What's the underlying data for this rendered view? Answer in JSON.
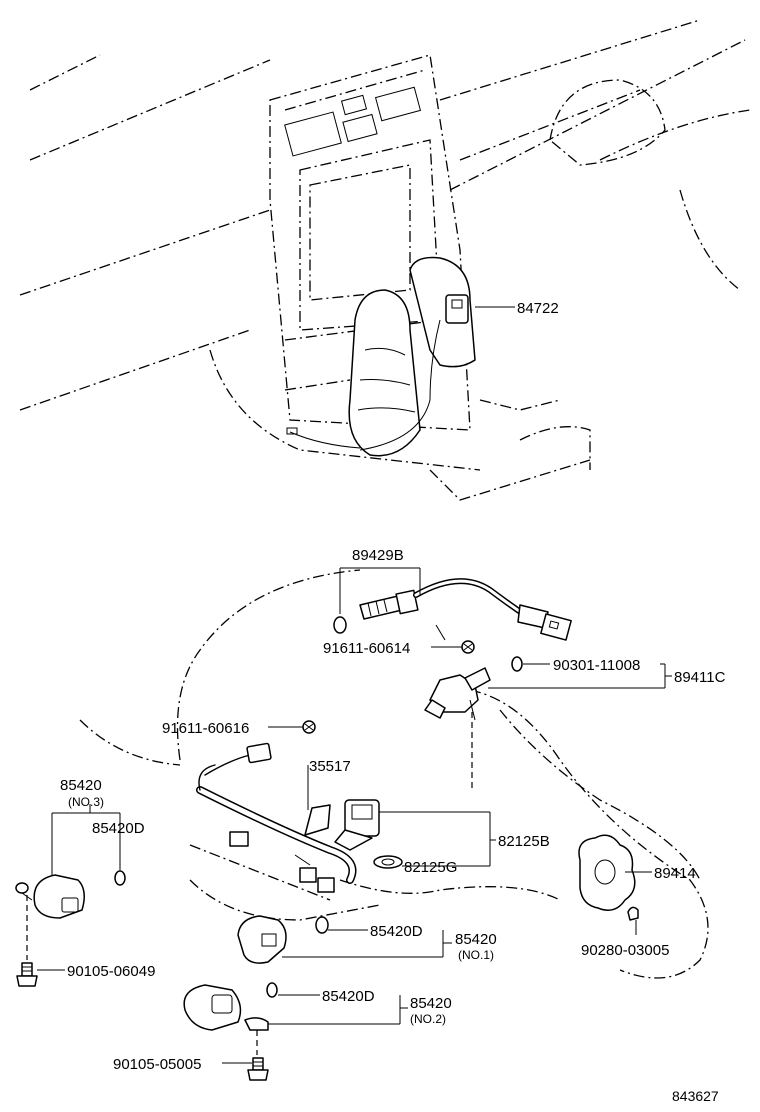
{
  "diagram": {
    "parts": {
      "p84722": "84722",
      "p89429B": "89429B",
      "p91611_60614": "91611-60614",
      "p90301_11008": "90301-11008",
      "p89411C": "89411C",
      "p91611_60616": "91611-60616",
      "p35517": "35517",
      "p85420_no3": "85420",
      "p85420_no3_sub": "(NO.3)",
      "p85420D_a": "85420D",
      "p82125B": "82125B",
      "p82125G": "82125G",
      "p89414": "89414",
      "p90280_03005": "90280-03005",
      "p85420D_b": "85420D",
      "p85420_no1": "85420",
      "p85420_no1_sub": "(NO.1)",
      "p90105_06049": "90105-06049",
      "p85420D_c": "85420D",
      "p85420_no2": "85420",
      "p85420_no2_sub": "(NO.2)",
      "p90105_05005": "90105-05005"
    },
    "reference_code": "843627"
  }
}
